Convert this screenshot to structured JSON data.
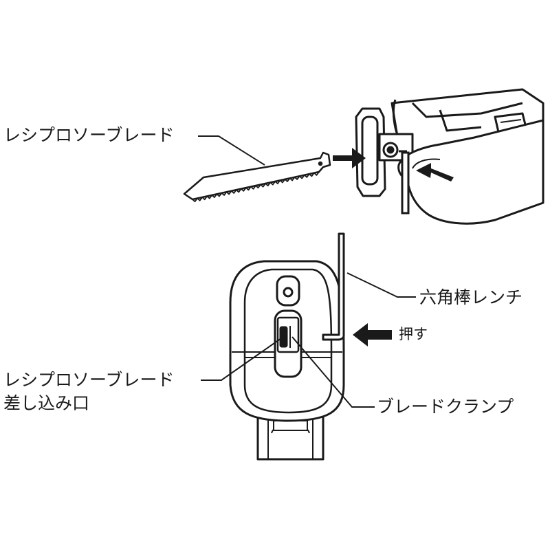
{
  "labels": {
    "blade_top": "レシプロソーブレード",
    "hex_wrench": "六角棒レンチ",
    "push": "押す",
    "blade_slot_line1": "レシプロソーブレード",
    "blade_slot_line2": "差し込み口",
    "blade_clamp": "ブレードクランプ"
  },
  "colors": {
    "ink": "#1a1a1a",
    "background": "#ffffff"
  },
  "icons": [
    "saw-blade",
    "reciprocating-saw-head",
    "hand",
    "hex-wrench",
    "push-arrow",
    "saw-front-view"
  ]
}
